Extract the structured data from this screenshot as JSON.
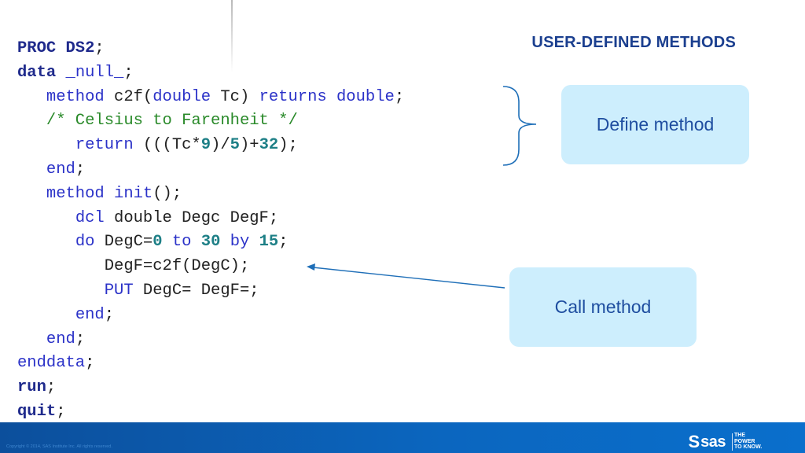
{
  "slide": {
    "title": "USER-DEFINED METHODS"
  },
  "code_lines": [
    [
      {
        "t": "PROC DS2",
        "c": "kw"
      },
      {
        "t": ";",
        "c": ""
      }
    ],
    [
      {
        "t": "data",
        "c": "kw"
      },
      {
        "t": " ",
        "c": ""
      },
      {
        "t": "_null_",
        "c": "ul"
      },
      {
        "t": ";",
        "c": ""
      }
    ],
    [
      {
        "t": "   ",
        "c": ""
      },
      {
        "t": "method",
        "c": "bl"
      },
      {
        "t": " c2f(",
        "c": ""
      },
      {
        "t": "double",
        "c": "bl"
      },
      {
        "t": " Tc) ",
        "c": ""
      },
      {
        "t": "returns",
        "c": "bl"
      },
      {
        "t": " ",
        "c": ""
      },
      {
        "t": "double",
        "c": "bl"
      },
      {
        "t": ";",
        "c": ""
      }
    ],
    [
      {
        "t": "   ",
        "c": ""
      },
      {
        "t": "/* Celsius to Farenheit */",
        "c": "cm"
      }
    ],
    [
      {
        "t": "      ",
        "c": ""
      },
      {
        "t": "return",
        "c": "bl"
      },
      {
        "t": " (((Tc*",
        "c": ""
      },
      {
        "t": "9",
        "c": "nm"
      },
      {
        "t": ")/",
        "c": ""
      },
      {
        "t": "5",
        "c": "nm"
      },
      {
        "t": ")+",
        "c": ""
      },
      {
        "t": "32",
        "c": "nm"
      },
      {
        "t": ");",
        "c": ""
      }
    ],
    [
      {
        "t": "   ",
        "c": ""
      },
      {
        "t": "end",
        "c": "bl"
      },
      {
        "t": ";",
        "c": ""
      }
    ],
    [
      {
        "t": "   ",
        "c": ""
      },
      {
        "t": "method",
        "c": "bl"
      },
      {
        "t": " ",
        "c": ""
      },
      {
        "t": "init",
        "c": "bl"
      },
      {
        "t": "();",
        "c": ""
      }
    ],
    [
      {
        "t": "      ",
        "c": ""
      },
      {
        "t": "dcl",
        "c": "bl"
      },
      {
        "t": " double Degc DegF;",
        "c": ""
      }
    ],
    [
      {
        "t": "      ",
        "c": ""
      },
      {
        "t": "do",
        "c": "bl"
      },
      {
        "t": " DegC=",
        "c": ""
      },
      {
        "t": "0",
        "c": "nm"
      },
      {
        "t": " ",
        "c": ""
      },
      {
        "t": "to",
        "c": "bl"
      },
      {
        "t": " ",
        "c": ""
      },
      {
        "t": "30",
        "c": "nm"
      },
      {
        "t": " ",
        "c": ""
      },
      {
        "t": "by",
        "c": "bl"
      },
      {
        "t": " ",
        "c": ""
      },
      {
        "t": "15",
        "c": "nm"
      },
      {
        "t": ";",
        "c": ""
      }
    ],
    [
      {
        "t": "         DegF=c2f(DegC);",
        "c": ""
      }
    ],
    [
      {
        "t": "         ",
        "c": ""
      },
      {
        "t": "PUT",
        "c": "bl"
      },
      {
        "t": " DegC= DegF=;",
        "c": ""
      }
    ],
    [
      {
        "t": "      ",
        "c": ""
      },
      {
        "t": "end",
        "c": "bl"
      },
      {
        "t": ";",
        "c": ""
      }
    ],
    [
      {
        "t": "   ",
        "c": ""
      },
      {
        "t": "end",
        "c": "bl"
      },
      {
        "t": ";",
        "c": ""
      }
    ],
    [
      {
        "t": "enddata",
        "c": "bl"
      },
      {
        "t": ";",
        "c": ""
      }
    ],
    [
      {
        "t": "run",
        "c": "kw"
      },
      {
        "t": ";",
        "c": ""
      }
    ],
    [
      {
        "t": "quit",
        "c": "kw"
      },
      {
        "t": ";",
        "c": ""
      }
    ]
  ],
  "callouts": {
    "define": "Define method",
    "call": "Call method"
  },
  "footer": {
    "copyright": "Copyright © 2014, SAS Institute Inc. All rights reserved.",
    "logo_text": "sas",
    "tagline_1": "THE",
    "tagline_2": "POWER",
    "tagline_3": "TO KNOW."
  },
  "colors": {
    "title": "#1b3f8f",
    "keyword": "#1f2a8c",
    "builtin": "#2b32c8",
    "comment": "#2a8a2a",
    "number": "#1d7f86",
    "callout_bg": "#cdeefd",
    "callout_text": "#1f4ea0",
    "footer": "#0b66bf"
  }
}
